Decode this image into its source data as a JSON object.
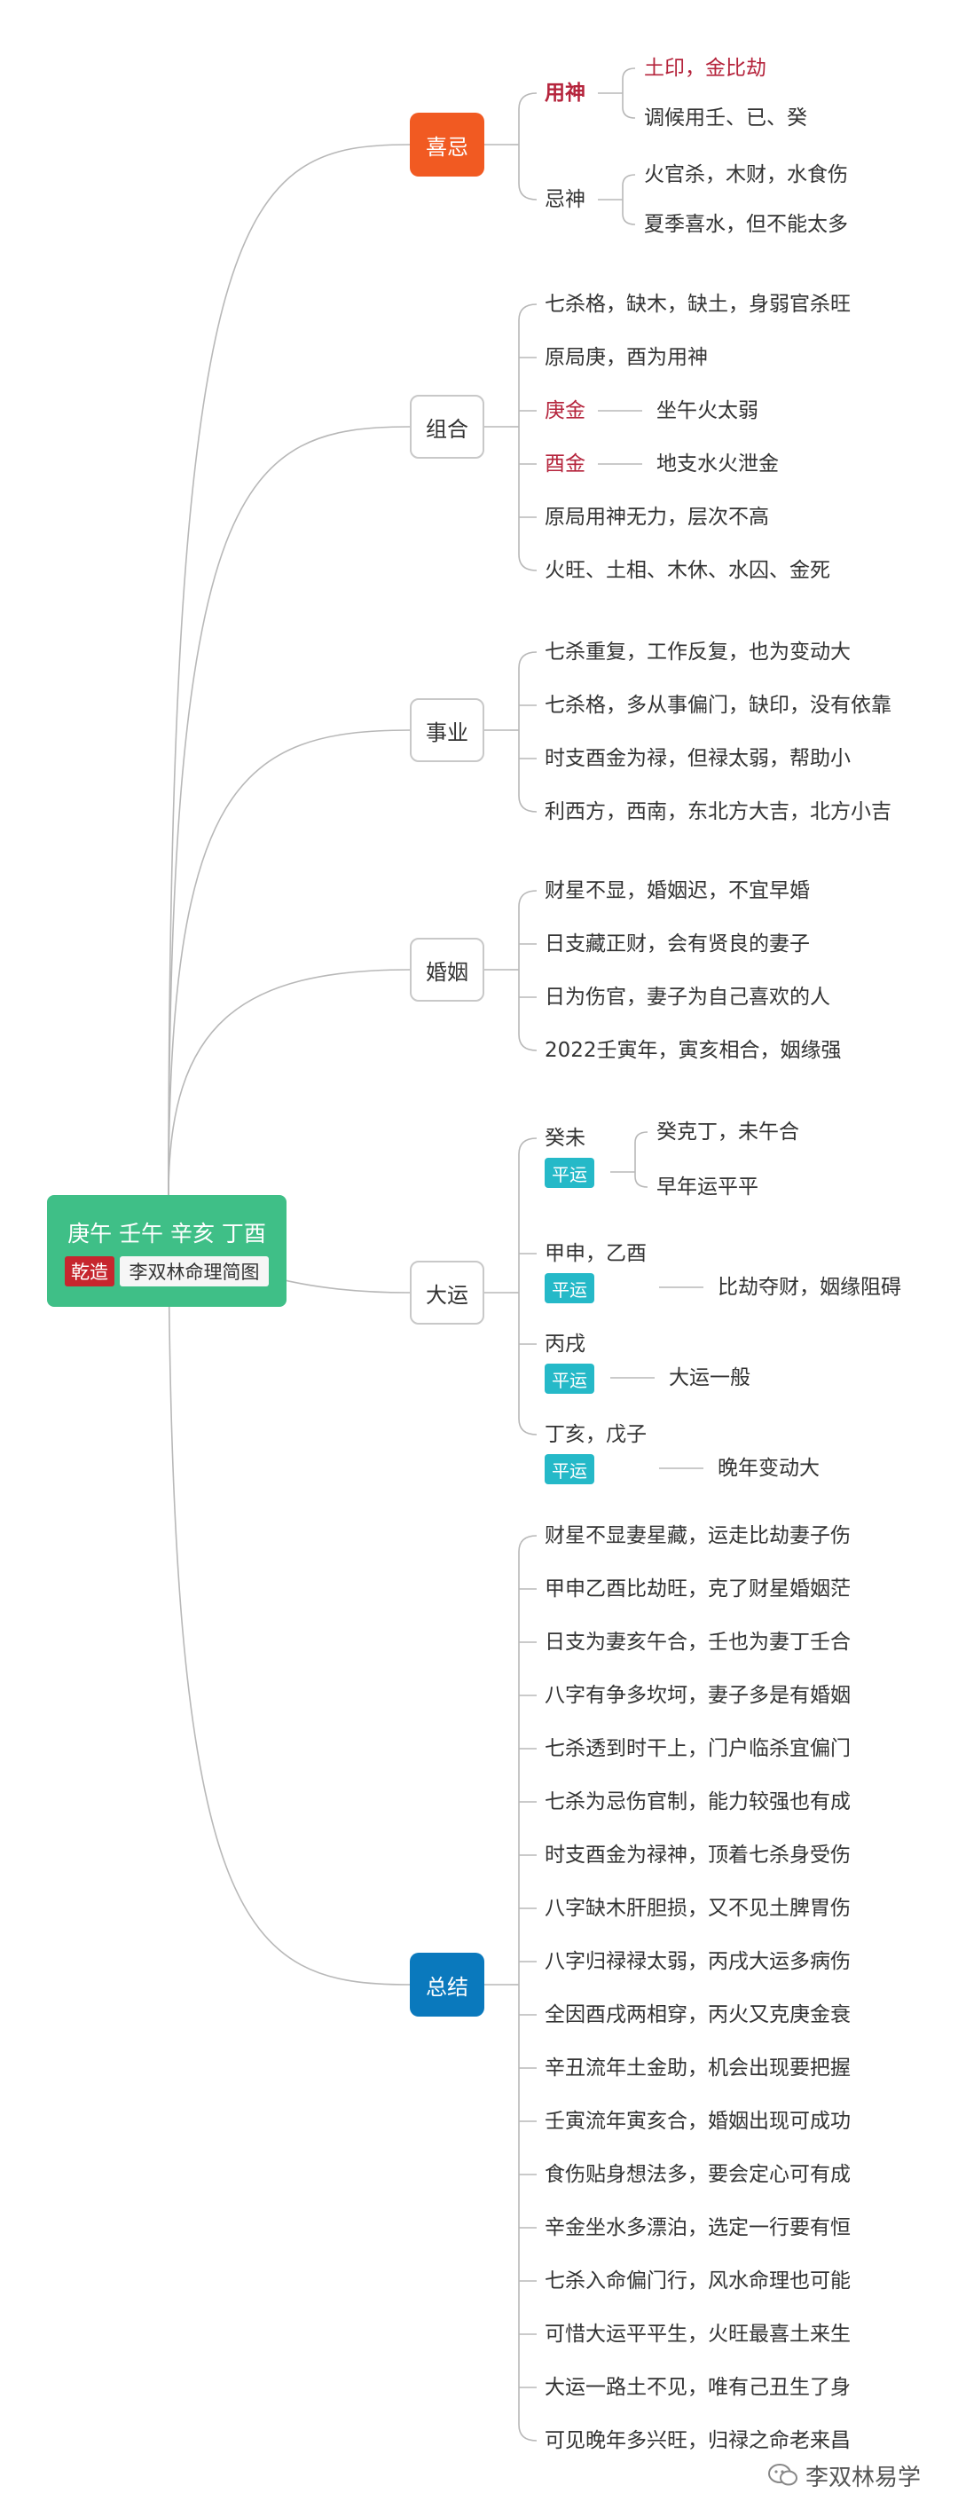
{
  "root": {
    "title": "庚午 壬午 辛亥 丁酉",
    "tag": "乾造",
    "label": "李双林命理简图"
  },
  "colors": {
    "xi_ji": "#f15a22",
    "zong_jie": "#0a79bd",
    "root": "#3fbf87",
    "badge": "#25b9c8",
    "red_text": "#b5243c",
    "tag": "#c6262e"
  },
  "categories": [
    {
      "key": "xiji",
      "label": "喜忌",
      "style": "filled",
      "color": "#f15a22",
      "items": [
        {
          "text": "用神",
          "tone": "red-bold",
          "children": [
            {
              "text": "土印，金比劫",
              "tone": "red"
            },
            {
              "text": "调候用壬、已、癸"
            }
          ]
        },
        {
          "text": "忌神",
          "children": [
            {
              "text": "火官杀，木财，水食伤"
            },
            {
              "text": "夏季喜水，但不能太多"
            }
          ]
        }
      ]
    },
    {
      "key": "zuhe",
      "label": "组合",
      "style": "outline",
      "items": [
        {
          "text": "七杀格，缺木，缺土，身弱官杀旺"
        },
        {
          "text": "原局庚，酉为用神"
        },
        {
          "text": "庚金",
          "tone": "red",
          "children": [
            {
              "text": "坐午火太弱"
            }
          ]
        },
        {
          "text": "酉金",
          "tone": "red",
          "children": [
            {
              "text": "地支水火泄金"
            }
          ]
        },
        {
          "text": "原局用神无力，层次不高"
        },
        {
          "text": "火旺、土相、木休、水囚、金死"
        }
      ]
    },
    {
      "key": "shiye",
      "label": "事业",
      "style": "outline",
      "items": [
        {
          "text": "七杀重复，工作反复，也为变动大"
        },
        {
          "text": "七杀格，多从事偏门，缺印，没有依靠"
        },
        {
          "text": "时支酉金为禄，但禄太弱，帮助小"
        },
        {
          "text": "利西方，西南，东北方大吉，北方小吉"
        }
      ]
    },
    {
      "key": "hunyin",
      "label": "婚姻",
      "style": "outline",
      "items": [
        {
          "text": "财星不显，婚姻迟，不宜早婚"
        },
        {
          "text": "日支藏正财，会有贤良的妻子"
        },
        {
          "text": "日为伤官，妻子为自己喜欢的人"
        },
        {
          "text": "2022壬寅年，寅亥相合，姻缘强"
        }
      ]
    },
    {
      "key": "dayun",
      "label": "大运",
      "style": "outline",
      "items": [
        {
          "text": "癸未",
          "badge": "平运",
          "children": [
            {
              "text": "癸克丁，未午合"
            },
            {
              "text": "早年运平平"
            }
          ]
        },
        {
          "text": "甲申，乙酉",
          "badge": "平运",
          "children": [
            {
              "text": "比劫夺财，姻缘阻碍"
            }
          ]
        },
        {
          "text": "丙戌",
          "badge": "平运",
          "children": [
            {
              "text": "大运一般"
            }
          ]
        },
        {
          "text": "丁亥，戊子",
          "badge": "平运",
          "children": [
            {
              "text": "晚年变动大"
            }
          ]
        }
      ]
    },
    {
      "key": "zongjie",
      "label": "总结",
      "style": "filled",
      "color": "#0a79bd",
      "items": [
        {
          "text": "财星不显妻星藏，运走比劫妻子伤"
        },
        {
          "text": "甲申乙酉比劫旺，克了财星婚姻茫"
        },
        {
          "text": "日支为妻亥午合，壬也为妻丁壬合"
        },
        {
          "text": "八字有争多坎坷，妻子多是有婚姻"
        },
        {
          "text": "七杀透到时干上，门户临杀宜偏门"
        },
        {
          "text": "七杀为忌伤官制，能力较强也有成"
        },
        {
          "text": "时支酉金为禄神，顶着七杀身受伤"
        },
        {
          "text": "八字缺木肝胆损，又不见土脾胃伤"
        },
        {
          "text": "八字归禄禄太弱，丙戌大运多病伤"
        },
        {
          "text": "全因酉戌两相穿，丙火又克庚金衰"
        },
        {
          "text": "辛丑流年土金助，机会出现要把握"
        },
        {
          "text": "壬寅流年寅亥合，婚姻出现可成功"
        },
        {
          "text": "食伤贴身想法多，要会定心可有成"
        },
        {
          "text": "辛金坐水多漂泊，选定一行要有恒"
        },
        {
          "text": "七杀入命偏门行，风水命理也可能"
        },
        {
          "text": "可惜大运平平生，火旺最喜土来生"
        },
        {
          "text": "大运一路土不见，唯有己丑生了身"
        },
        {
          "text": "可见晚年多兴旺，归禄之命老来昌"
        }
      ]
    }
  ],
  "watermark": "李双林易学"
}
